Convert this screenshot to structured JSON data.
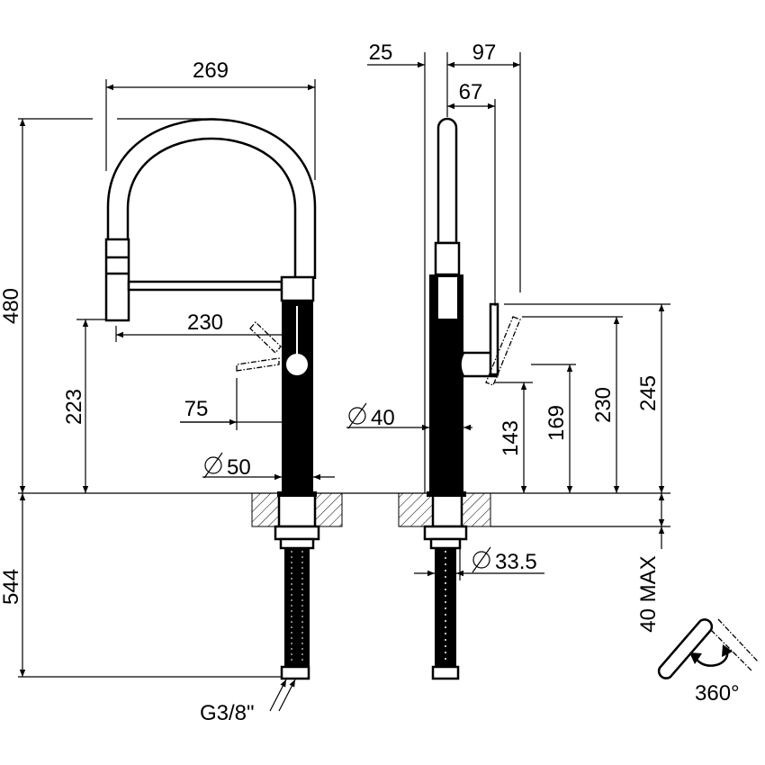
{
  "front_view": {
    "width": "269",
    "height_total": "480",
    "spout_height": "223",
    "spout_reach": "230",
    "lever_offset": "75",
    "body_diameter": "50",
    "hose_length": "544",
    "connection": "G3/8\""
  },
  "side_view": {
    "offset_25": "25",
    "depth_97": "97",
    "depth_67": "67",
    "body_diameter": "40",
    "height_143": "143",
    "height_169": "169",
    "height_230": "230",
    "height_245": "245",
    "counter_thickness": "40 MAX",
    "shank_diameter": "33.5"
  },
  "rotation": {
    "label": "360°",
    "icon": "rotation-arrow-icon"
  },
  "colors": {
    "ink": "#000000",
    "paper": "#ffffff"
  }
}
